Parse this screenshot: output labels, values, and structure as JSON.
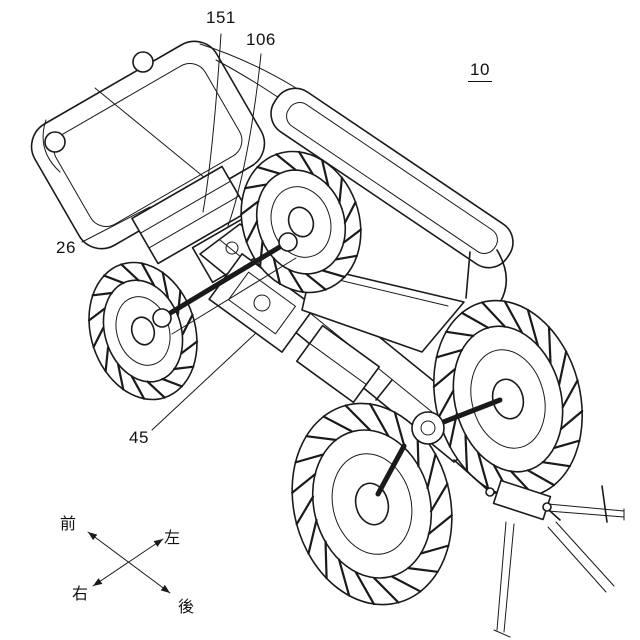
{
  "figure": {
    "number": "10",
    "labels": {
      "l151": "151",
      "l106": "106",
      "l26": "26",
      "l45": "45"
    },
    "compass": {
      "front": "前",
      "left": "左",
      "right": "右",
      "rear": "後"
    },
    "colors": {
      "ink": "#1a1a1a",
      "background": "#ffffff"
    }
  }
}
